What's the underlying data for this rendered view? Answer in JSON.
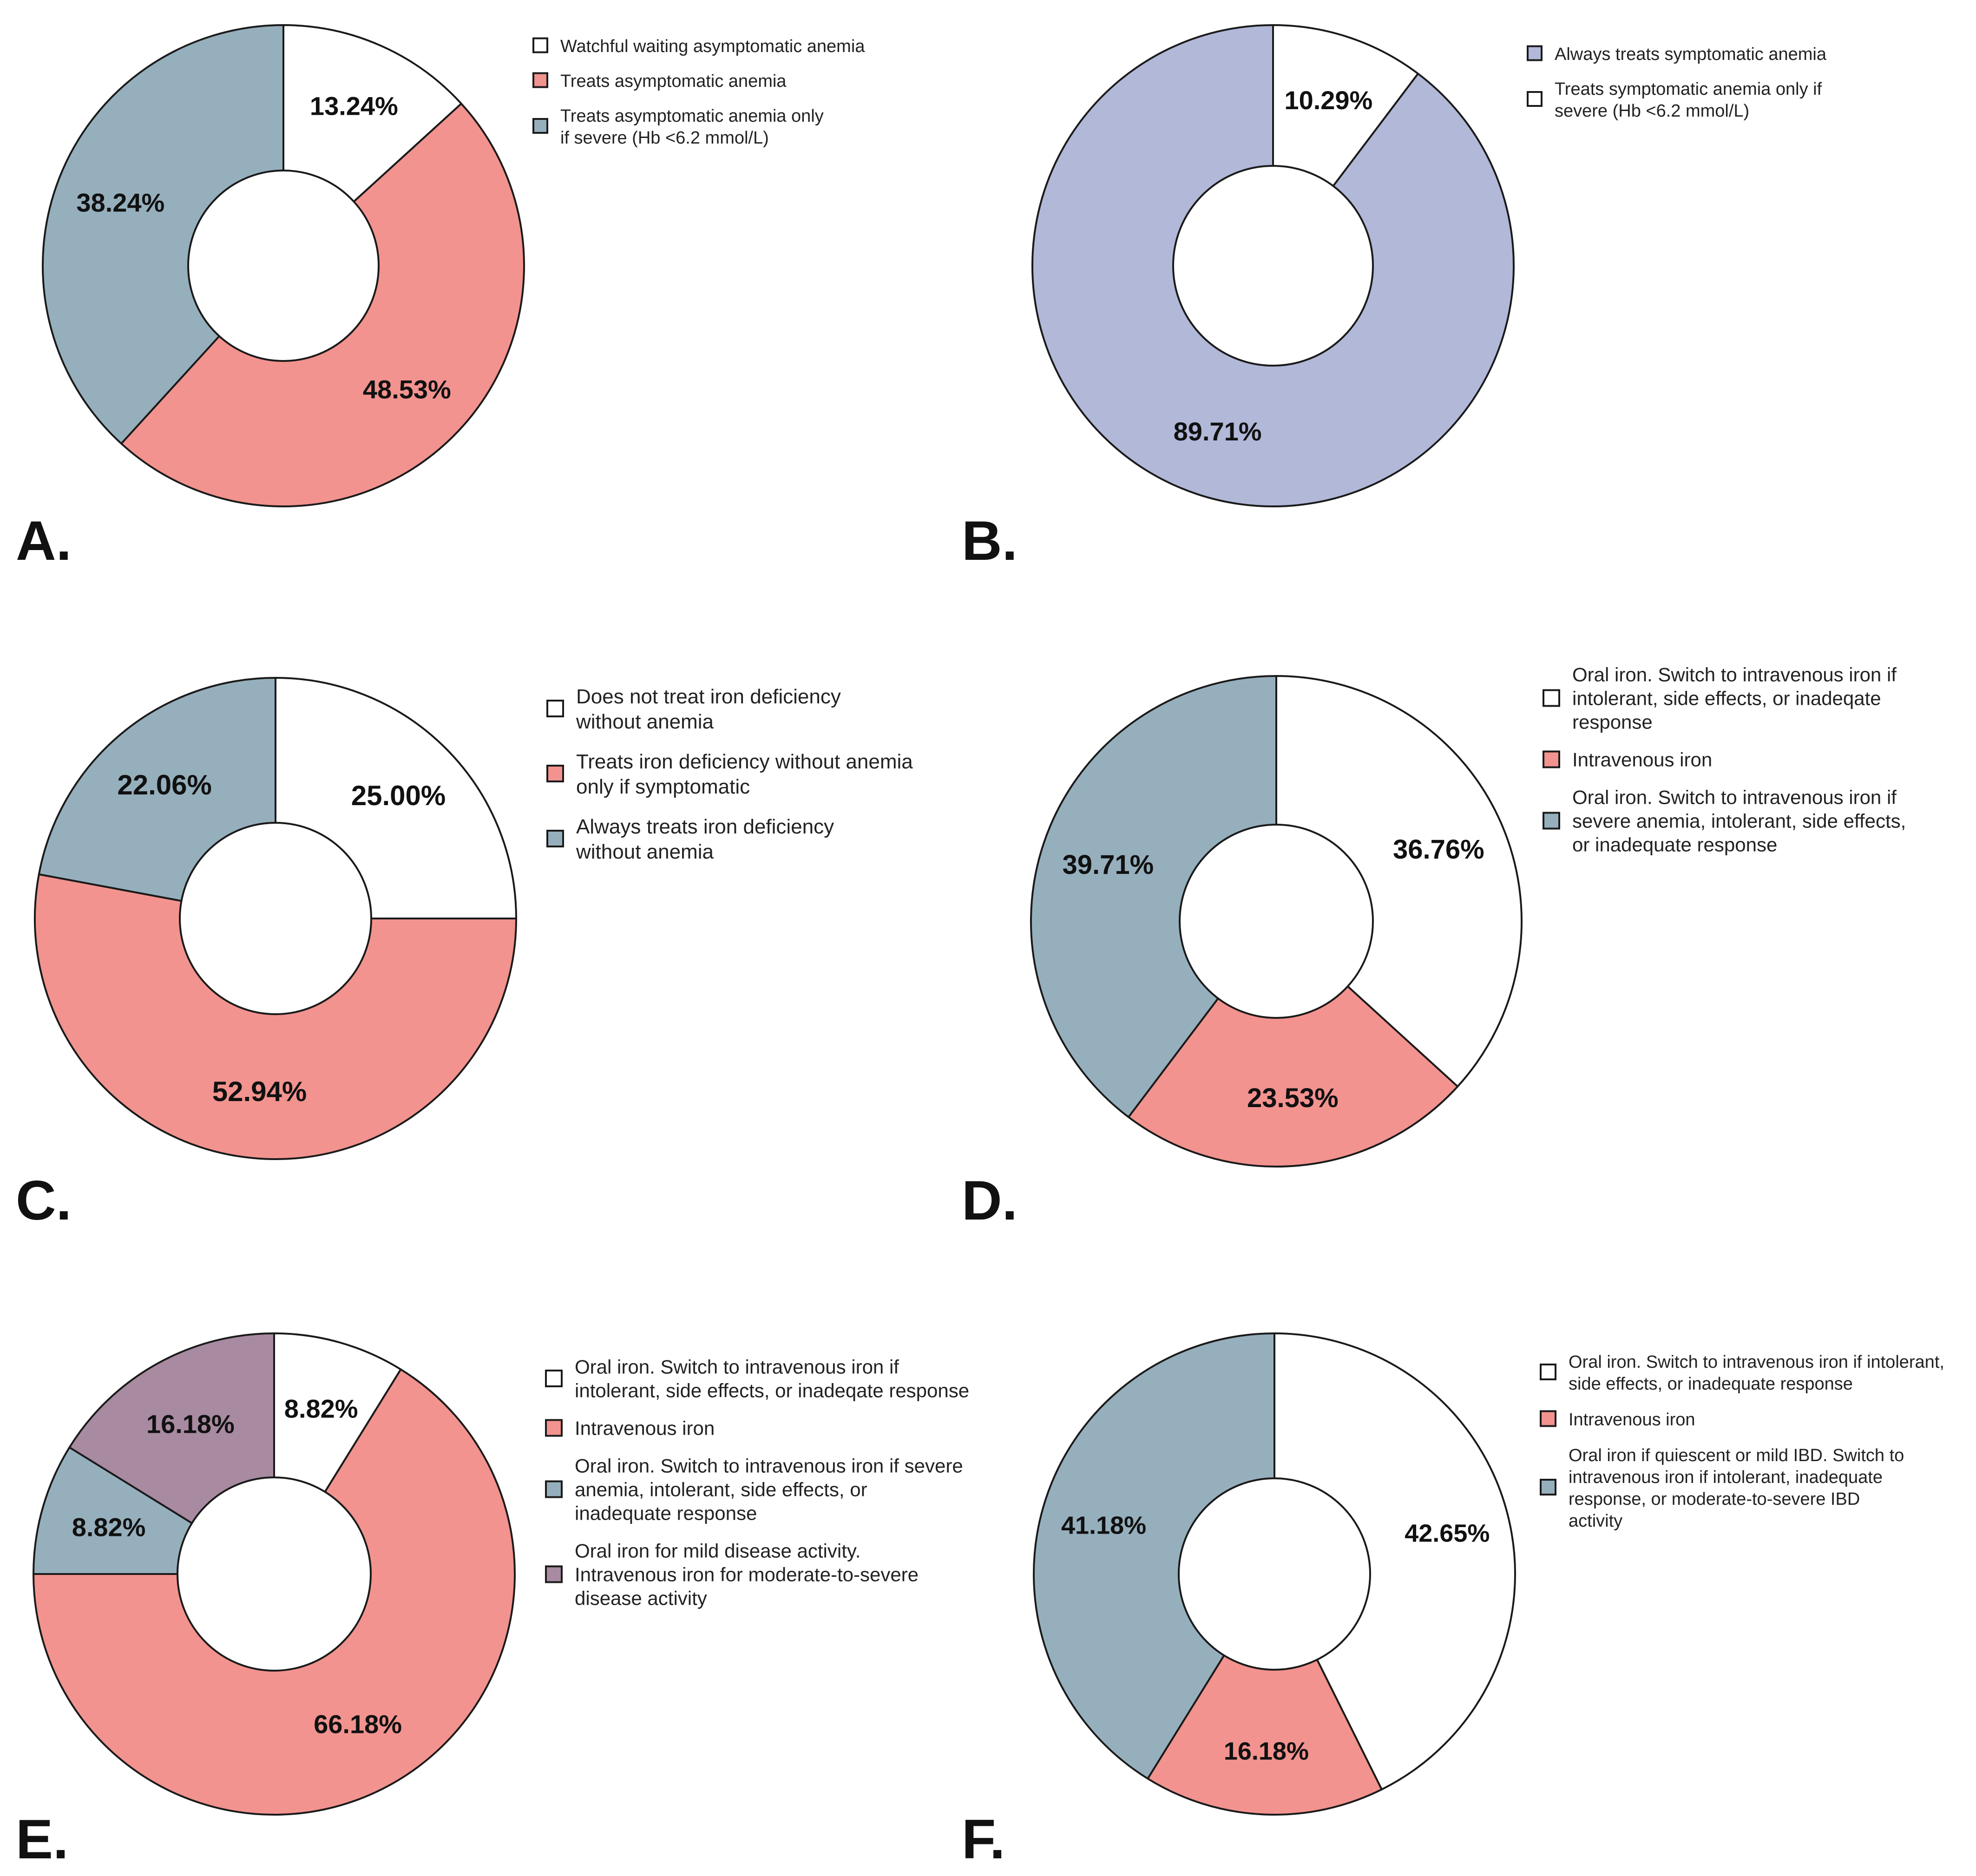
{
  "chart_data": [
    {
      "type": "pie",
      "panel": "A.",
      "legend": [
        {
          "label": [
            "Watchful waiting asymptomatic anemia"
          ],
          "color": "#ffffff"
        },
        {
          "label": [
            "Treats asymptomatic anemia"
          ],
          "color": "#f2938f"
        },
        {
          "label": [
            "Treats asymptomatic anemia only",
            "if severe (Hb <6.2 mmol/L)"
          ],
          "color": "#96afbd"
        }
      ],
      "slices": [
        {
          "value": 13.24,
          "label": "13.24%",
          "color": "#ffffff"
        },
        {
          "value": 48.53,
          "label": "48.53%",
          "color": "#f2938f"
        },
        {
          "value": 38.24,
          "label": "38.24%",
          "color": "#96afbd"
        }
      ]
    },
    {
      "type": "pie",
      "panel": "B.",
      "legend": [
        {
          "label": [
            "Always treats symptomatic anemia"
          ],
          "color": "#b1b8d8"
        },
        {
          "label": [
            "Treats symptomatic anemia only if",
            "severe (Hb <6.2 mmol/L)"
          ],
          "color": "#ffffff"
        }
      ],
      "slices": [
        {
          "value": 10.29,
          "label": "10.29%",
          "color": "#ffffff"
        },
        {
          "value": 89.71,
          "label": "89.71%",
          "color": "#b1b8d8"
        }
      ]
    },
    {
      "type": "pie",
      "panel": "C.",
      "legend": [
        {
          "label": [
            "Does not treat iron deficiency",
            "without anemia"
          ],
          "color": "#ffffff"
        },
        {
          "label": [
            "Treats iron deficiency without anemia",
            "only if symptomatic"
          ],
          "color": "#f2938f"
        },
        {
          "label": [
            "Always treats iron deficiency",
            "without anemia"
          ],
          "color": "#96afbd"
        }
      ],
      "slices": [
        {
          "value": 25.0,
          "label": "25.00%",
          "color": "#ffffff"
        },
        {
          "value": 52.94,
          "label": "52.94%",
          "color": "#f2938f"
        },
        {
          "value": 22.06,
          "label": "22.06%",
          "color": "#96afbd"
        }
      ]
    },
    {
      "type": "pie",
      "panel": "D.",
      "legend": [
        {
          "label": [
            "Oral iron. Switch to intravenous iron if",
            "intolerant, side effects, or inadeqate",
            "response"
          ],
          "color": "#ffffff"
        },
        {
          "label": [
            "Intravenous iron"
          ],
          "color": "#f2938f"
        },
        {
          "label": [
            "Oral iron. Switch to intravenous iron if",
            "severe anemia, intolerant, side effects,",
            "or inadequate response"
          ],
          "color": "#96afbd"
        }
      ],
      "slices": [
        {
          "value": 36.76,
          "label": "36.76%",
          "color": "#ffffff"
        },
        {
          "value": 23.53,
          "label": "23.53%",
          "color": "#f2938f"
        },
        {
          "value": 39.71,
          "label": "39.71%",
          "color": "#96afbd"
        }
      ]
    },
    {
      "type": "pie",
      "panel": "E.",
      "legend": [
        {
          "label": [
            "Oral iron. Switch to intravenous iron if",
            "intolerant, side effects, or inadeqate response"
          ],
          "color": "#ffffff"
        },
        {
          "label": [
            "Intravenous iron"
          ],
          "color": "#f2938f"
        },
        {
          "label": [
            "Oral iron. Switch to intravenous iron if severe",
            "anemia, intolerant, side effects, or",
            "inadequate response"
          ],
          "color": "#96afbd"
        },
        {
          "label": [
            "Oral iron for mild disease activity.",
            "Intravenous iron for moderate-to-severe",
            "disease activity"
          ],
          "color": "#a88ba0"
        }
      ],
      "slices": [
        {
          "value": 8.82,
          "label": "8.82%",
          "color": "#ffffff"
        },
        {
          "value": 66.18,
          "label": "66.18%",
          "color": "#f2938f"
        },
        {
          "value": 8.82,
          "label": "8.82%",
          "color": "#96afbd"
        },
        {
          "value": 16.18,
          "label": "16.18%",
          "color": "#a88ba0"
        }
      ]
    },
    {
      "type": "pie",
      "panel": "F.",
      "legend": [
        {
          "label": [
            "Oral iron. Switch to intravenous iron if intolerant,",
            "side effects, or inadequate response"
          ],
          "color": "#ffffff"
        },
        {
          "label": [
            "Intravenous iron"
          ],
          "color": "#f2938f"
        },
        {
          "label": [
            "Oral iron if quiescent or mild IBD. Switch to",
            "intravenous iron if intolerant, inadequate",
            "response, or moderate-to-severe IBD",
            "activity"
          ],
          "color": "#96afbd"
        }
      ],
      "slices": [
        {
          "value": 42.65,
          "label": "42.65%",
          "color": "#ffffff"
        },
        {
          "value": 16.18,
          "label": "16.18%",
          "color": "#f2938f"
        },
        {
          "value": 41.18,
          "label": "41.18%",
          "color": "#96afbd"
        }
      ]
    }
  ]
}
